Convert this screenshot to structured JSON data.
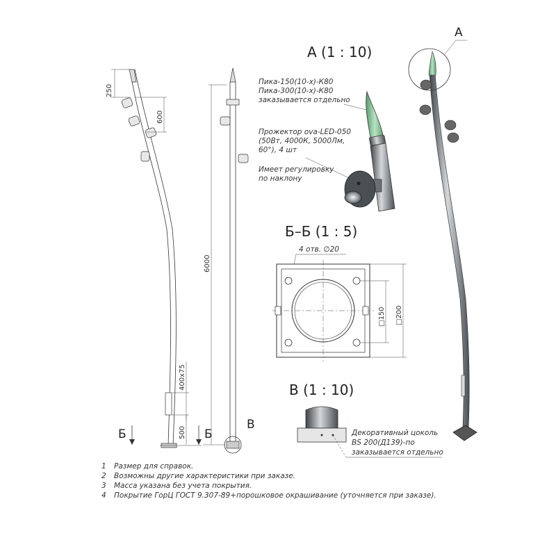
{
  "views": {
    "view_a_title": "А (1 : 10)",
    "section_bb_title": "Б–Б (1 : 5)",
    "view_v_title": "В (1 : 10)",
    "callout_a": "А",
    "callout_v": "В",
    "section_mark": "Б"
  },
  "dimensions": {
    "top_offset": "250",
    "arm_spacing": "600",
    "height": "6000",
    "hatch": "400х75",
    "hatch_height": "500",
    "holes": "4 отв. ∅20",
    "inner_square": "□150",
    "outer_square": "□200"
  },
  "callouts": {
    "finial": [
      "Пика-150(10-х)-К80",
      "Пика-300(10-х)-К80",
      "заказывается отдельно"
    ],
    "floodlight": [
      "Прожектор ova-LED-050",
      "(50Вт, 4000К, 5000Лм,",
      "60°), 4 шт"
    ],
    "tilt": [
      "Имеет регулировку",
      "по наклону"
    ],
    "base": [
      "Декоративный цоколь",
      "BS 200(Д139)-по",
      "заказывается отдельно"
    ]
  },
  "notes": [
    {
      "num": "1",
      "text": "Размер для справок."
    },
    {
      "num": "2",
      "text": "Возможны другие характеристики при заказе."
    },
    {
      "num": "3",
      "text": "Масса указана без учета покрытия."
    },
    {
      "num": "4",
      "text": "Покрытие ГорЦ ГОСТ 9.307-89+порошковое окрашивание (уточняется при заказе)."
    }
  ],
  "colors": {
    "finial_green": "#8fc9a0",
    "metal_dark": "#555a5f",
    "metal_light": "#cfd3d6"
  }
}
